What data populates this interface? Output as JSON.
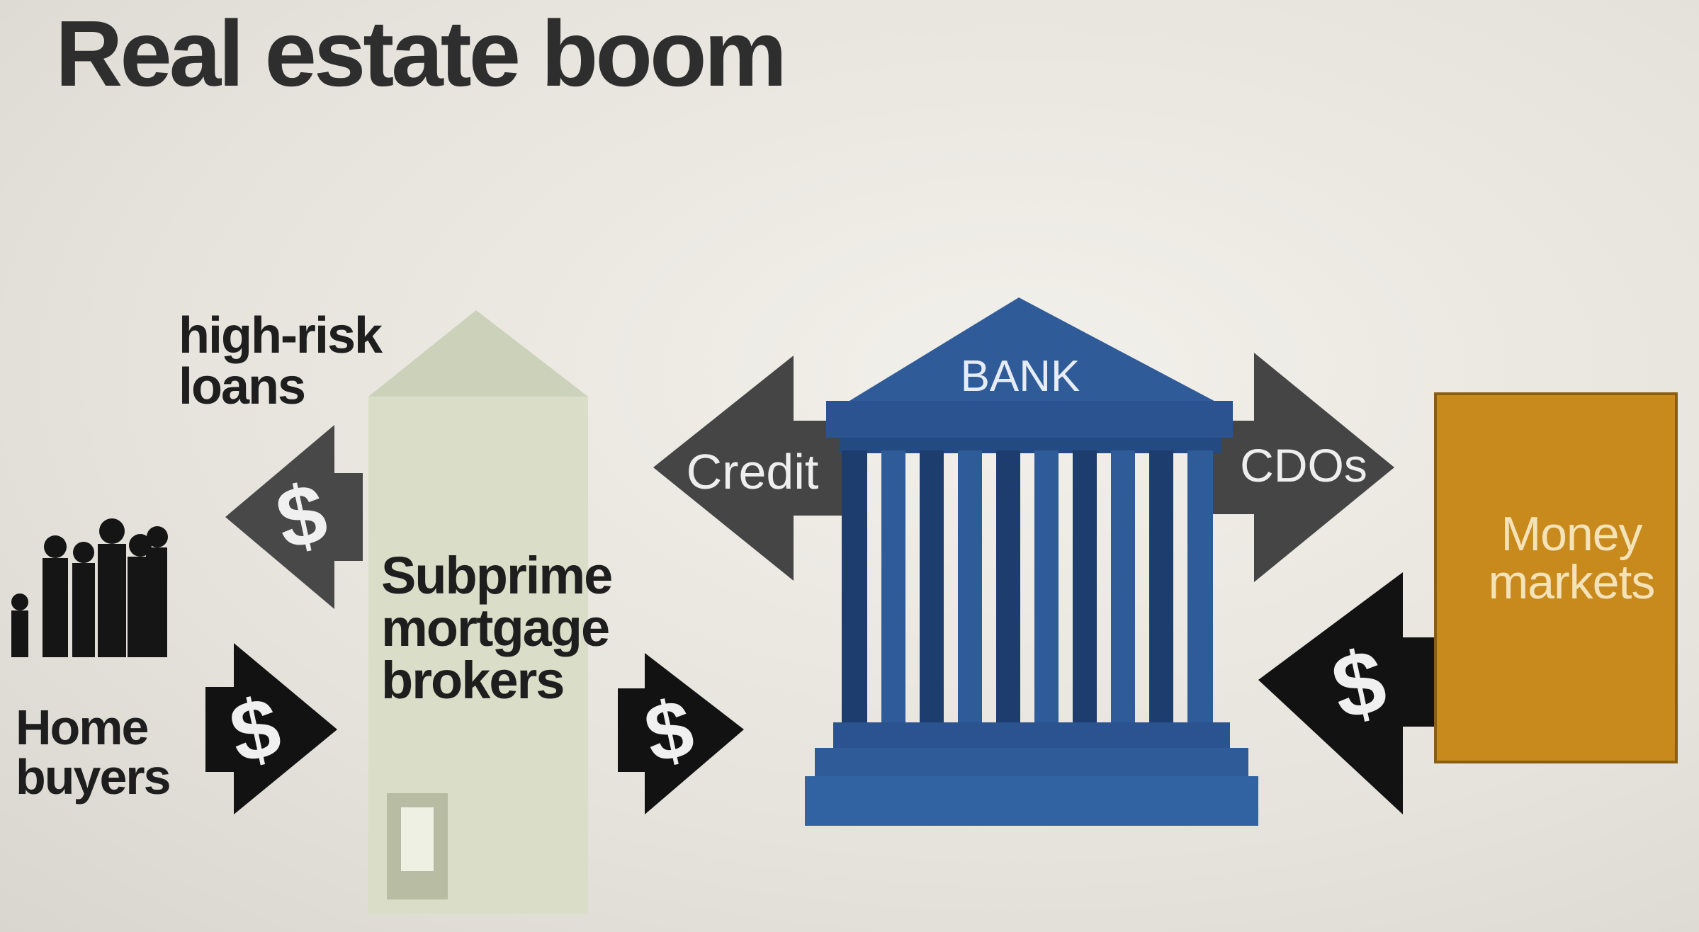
{
  "title": "Real estate boom",
  "labels": {
    "high_risk_loans": [
      "high-risk",
      "loans"
    ],
    "home_buyers": [
      "Home",
      "buyers"
    ],
    "subprime_brokers": [
      "Subprime",
      "mortgage",
      "brokers"
    ],
    "bank": "BANK",
    "credit": "Credit",
    "cdos": "CDOs",
    "money_markets": [
      "Money",
      "markets"
    ],
    "dollar": "$"
  },
  "colors": {
    "arrow_dark": "#4a4a4a",
    "arrow_black": "#111111",
    "bank_blue": "#2f5c99",
    "bank_dark": "#1d3d6e",
    "money_markets_box": "#c98a1d",
    "silhouettes": "#151515"
  }
}
